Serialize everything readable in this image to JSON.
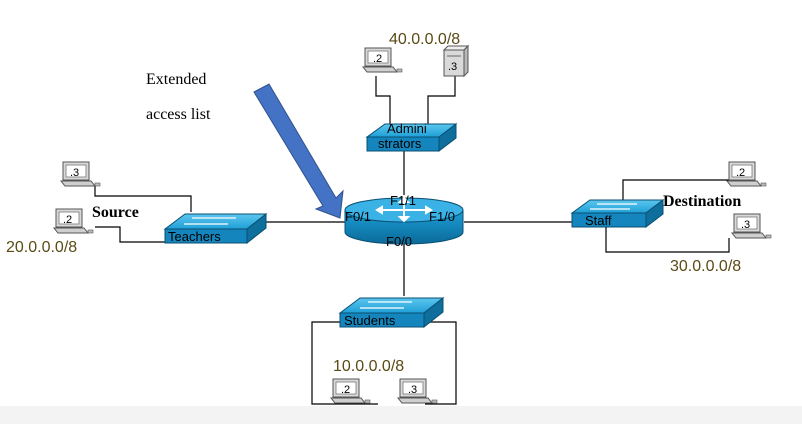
{
  "networks": {
    "admin": "40.0.0.0/8",
    "teachers": "20.0.0.0/8",
    "staff": "30.0.0.0/8",
    "students": "10.0.0.0/8"
  },
  "annotations": {
    "acl_line1": "Extended",
    "acl_line2": "access list",
    "source": "Source",
    "destination": "Destination"
  },
  "switches": {
    "admin_line1": "Admini",
    "admin_line2": "strators",
    "teachers": "Teachers",
    "staff": "Staff",
    "students": "Students"
  },
  "router": {
    "f11": "F1/1",
    "f01": "F0/1",
    "f10": "F1/0",
    "f00": "F0/0"
  },
  "hosts": {
    "admin_pc": ".2",
    "admin_server": ".3",
    "teachers_pc_top": ".3",
    "teachers_pc_bottom": ".2",
    "staff_pc_top": ".2",
    "staff_pc_bottom": ".3",
    "students_pc_left": ".2",
    "students_pc_right": ".3"
  },
  "colors": {
    "device_blue": "#1c9fd6",
    "device_dark": "#0e6f9c",
    "arrow_blue": "#4472c4",
    "net_text": "#5a4a14"
  }
}
